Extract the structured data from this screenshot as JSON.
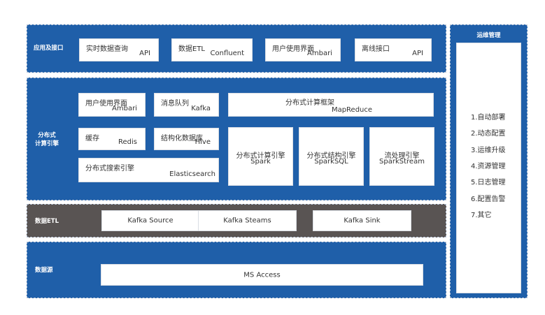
{
  "app_layer": {
    "title": "应用及接口",
    "boxes": [
      {
        "line1": "实时数据查询",
        "line2": "API"
      },
      {
        "line1": "数据ETL",
        "line2": "Confluent"
      },
      {
        "line1": "用户使用界面",
        "line2": "Ambari"
      },
      {
        "line1": "离线接口",
        "line2": "API"
      }
    ]
  },
  "compute_layer": {
    "title_line1": "分布式",
    "title_line2": "计算引擎",
    "ui": {
      "line1": "用户使用界面",
      "line2": "Ambari"
    },
    "queue": {
      "line1": "消息队列",
      "line2": "Kafka"
    },
    "framework": {
      "line1": "分布式计算框架",
      "line2": "MapReduce"
    },
    "cache": {
      "line1": "缓存",
      "line2": "Redis"
    },
    "structured_db": {
      "line1": "结构化数据库",
      "line2": "Hive"
    },
    "search": {
      "line1": "分布式搜索引擎",
      "line2": "Elasticsearch"
    },
    "spark": {
      "line1": "分布式计算引擎",
      "line2": "Spark"
    },
    "sparksql": {
      "line1": "分布式结构引擎",
      "line2": "SparkSQL"
    },
    "stream": {
      "line1": "流处理引擎",
      "line2": "SparkStream"
    }
  },
  "etl_layer": {
    "title": "数据ETL",
    "boxes": [
      "Kafka Source",
      "Kafka Steams",
      "Kafka Sink"
    ]
  },
  "source_layer": {
    "title": "数据源",
    "box": "MS Access"
  },
  "ops": {
    "title": "运维管理",
    "items": [
      "1.自动部署",
      "2.动态配置",
      "3.运维升级",
      "4.资源管理",
      "5.日志管理",
      "6.配置告警",
      "7.其它"
    ]
  },
  "colors": {
    "layer_blue": "#1f5fa9",
    "layer_gray": "#595453"
  }
}
